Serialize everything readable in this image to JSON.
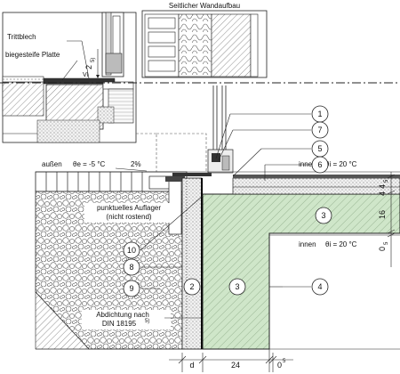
{
  "detail_title": "Seitlicher Wandaufbau",
  "inset_labels": {
    "trittblech": "Trittblech",
    "platte": "biegesteife Platte",
    "vi": "VI",
    "min2": "2",
    "note5": "5)"
  },
  "exterior": {
    "label": "außen",
    "theta": "θe = -5 °C",
    "slope": "2%"
  },
  "interior_top": {
    "label": "innen",
    "theta": "θi = 20 °C"
  },
  "interior_bottom": {
    "label": "innen",
    "theta": "θi = 20 °C"
  },
  "support_note": [
    "punktuelles Auflager",
    "(nicht rostend)"
  ],
  "seal_note": [
    "Abdichtung nach",
    "DIN 18195",
    "5)"
  ],
  "callouts": [
    "1",
    "7",
    "5",
    "6",
    "3",
    "4",
    "10",
    "8",
    "9",
    "2",
    "3"
  ],
  "dims_right": [
    "4",
    "5",
    "4",
    "16",
    "0",
    "5"
  ],
  "dims_bottom": [
    "d",
    "24",
    "0",
    "5"
  ]
}
